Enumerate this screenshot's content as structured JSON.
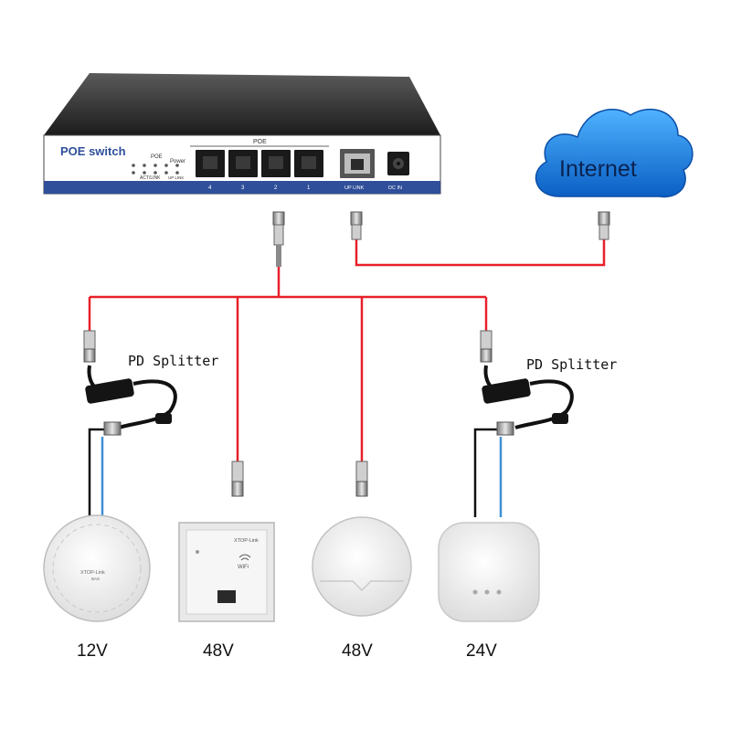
{
  "switch": {
    "title": "POE switch",
    "poe_group_label": "POE",
    "led_group_label": "POE",
    "led_sub_label": "ACT/LINK",
    "power_label": "Power",
    "led_uplink_label": "UP LINK",
    "port_numbers": [
      "4",
      "3",
      "2",
      "1"
    ],
    "uplink_label": "UP LINK",
    "dcin_label": "DC IN"
  },
  "cloud": {
    "label": "Internet"
  },
  "splitters": [
    {
      "label": "PD Splitter"
    },
    {
      "label": "PD Splitter"
    }
  ],
  "devices": [
    {
      "voltage": "12V",
      "brand": "XTOP-Link",
      "sub": "BAS"
    },
    {
      "voltage": "48V",
      "brand": "XTOP-Link",
      "wifi": "WiFi"
    },
    {
      "voltage": "48V"
    },
    {
      "voltage": "24V"
    }
  ],
  "colors": {
    "poe_line": "#e8202a",
    "data_line": "#3f8fd6",
    "power_line": "#111111",
    "cloud": "#1b7fe0",
    "switch_strip": "#2f4f9a"
  }
}
